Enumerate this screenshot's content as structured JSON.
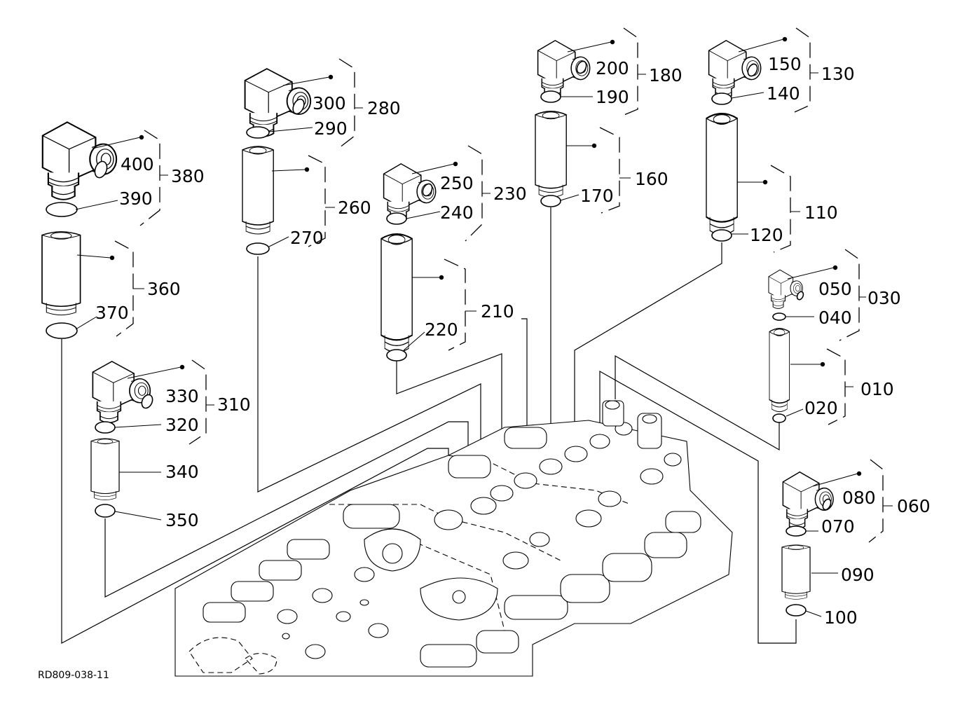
{
  "diagram": {
    "drawing_code": "RD809-038-11",
    "labels": {
      "p010": "010",
      "p020": "020",
      "p030": "030",
      "p040": "040",
      "p050": "050",
      "p060": "060",
      "p070": "070",
      "p080": "080",
      "p090": "090",
      "p100": "100",
      "p110": "110",
      "p120": "120",
      "p130": "130",
      "p140": "140",
      "p150": "150",
      "p160": "160",
      "p170": "170",
      "p180": "180",
      "p190": "190",
      "p200": "200",
      "p210": "210",
      "p220": "220",
      "p230": "230",
      "p240": "240",
      "p250": "250",
      "p260": "260",
      "p270": "270",
      "p280": "280",
      "p290": "290",
      "p300": "300",
      "p310": "310",
      "p320": "320",
      "p330": "330",
      "p340": "340",
      "p350": "350",
      "p360": "360",
      "p370": "370",
      "p380": "380",
      "p390": "390",
      "p400": "400"
    }
  }
}
